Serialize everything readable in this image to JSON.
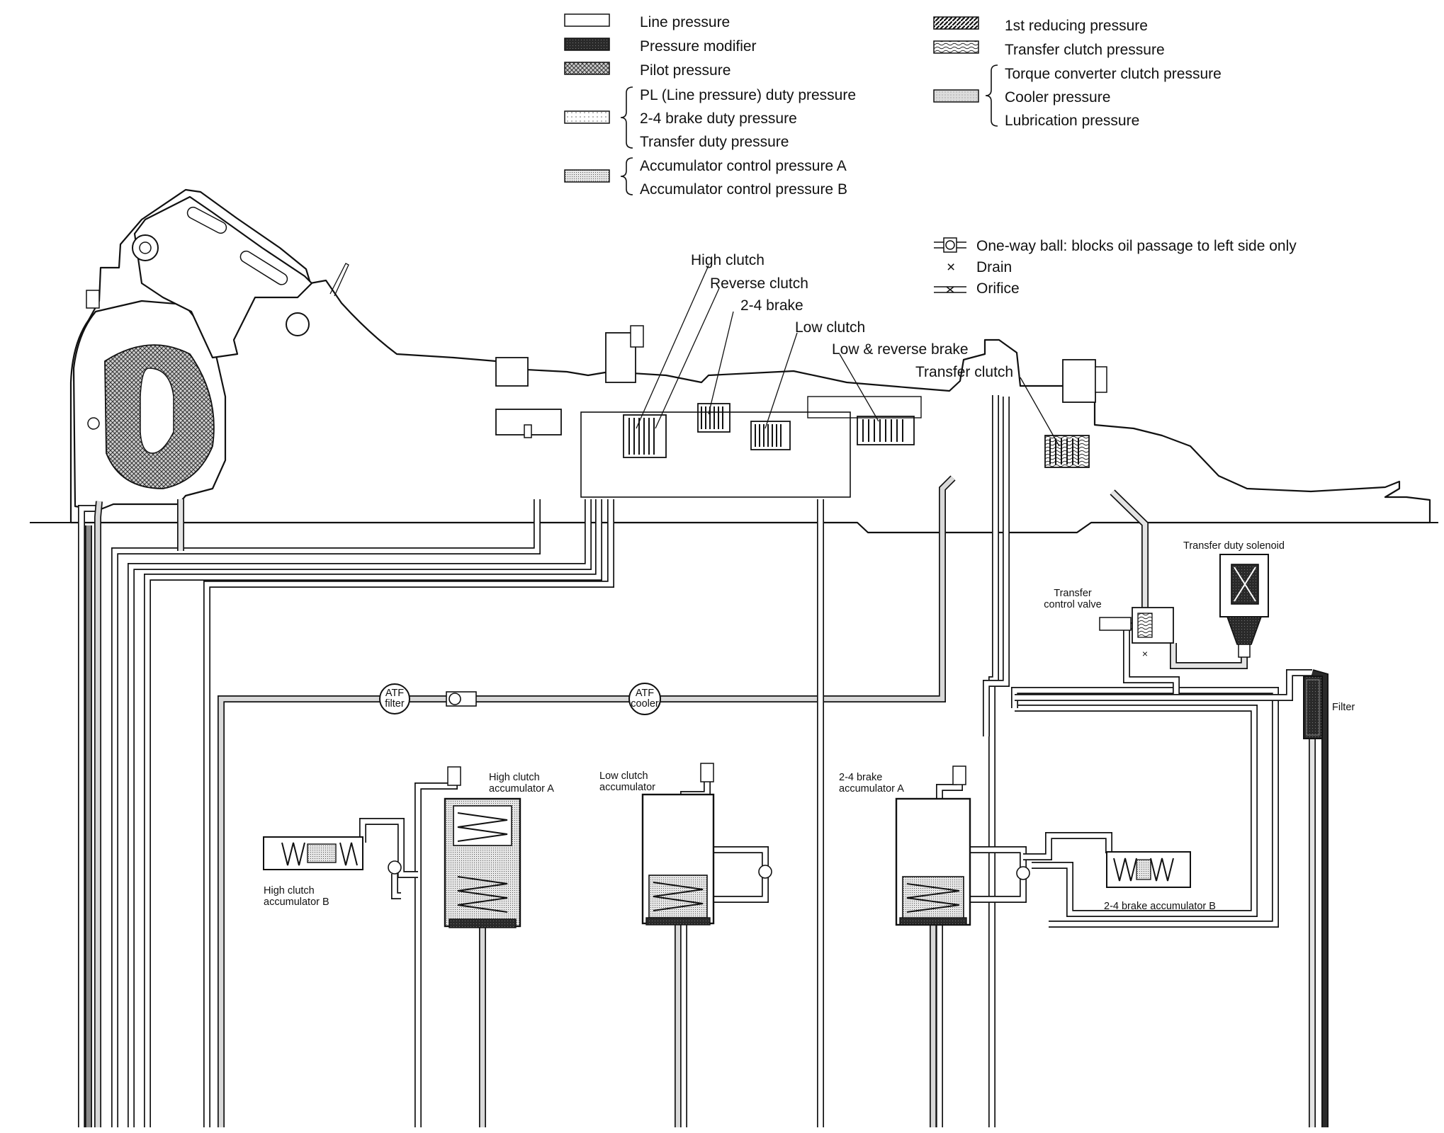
{
  "legend_left": [
    {
      "swatch": "white",
      "label": "Line pressure"
    },
    {
      "swatch": "dark",
      "label": "Pressure modifier"
    },
    {
      "swatch": "crosshatch",
      "label": "Pilot pressure"
    },
    {
      "swatch": "light-dot",
      "labels": [
        "PL (Line pressure) duty pressure",
        "2-4 brake duty pressure",
        "Transfer duty pressure"
      ]
    },
    {
      "swatch": "fine-dot",
      "labels": [
        "Accumulator control pressure A",
        "Accumulator control pressure B"
      ]
    }
  ],
  "legend_right": [
    {
      "swatch": "diagonal",
      "label": "1st reducing pressure"
    },
    {
      "swatch": "wavy",
      "label": "Transfer clutch pressure"
    },
    {
      "swatch": "light-grey",
      "labels": [
        "Torque converter clutch pressure",
        "Cooler pressure",
        "Lubrication pressure"
      ]
    }
  ],
  "symbols": [
    {
      "icon": "one-way-ball",
      "label": "One-way ball: blocks oil passage to left side only"
    },
    {
      "icon": "drain",
      "glyph": "×",
      "label": "Drain"
    },
    {
      "icon": "orifice",
      "label": "Orifice"
    }
  ],
  "callouts": {
    "high_clutch": "High clutch",
    "reverse_clutch": "Reverse clutch",
    "brake_24": "2-4 brake",
    "low_clutch": "Low clutch",
    "low_reverse_brake": "Low & reverse brake",
    "transfer_clutch": "Transfer clutch"
  },
  "components": {
    "transfer_duty_solenoid": "Transfer duty solenoid",
    "transfer_control_valve": [
      "Transfer",
      "control valve"
    ],
    "filter": "Filter",
    "atf_filter": [
      "ATF",
      "filter"
    ],
    "atf_cooler": [
      "ATF",
      "cooler"
    ],
    "high_clutch_acc_a": [
      "High clutch",
      "accumulator A"
    ],
    "high_clutch_acc_b": [
      "High clutch",
      "accumulator B"
    ],
    "low_clutch_acc": [
      "Low clutch",
      "accumulator"
    ],
    "brake_24_acc_a": [
      "2-4 brake",
      "accumulator A"
    ],
    "brake_24_acc_b": "2-4 brake accumulator B"
  },
  "colors": {
    "ink": "#111111",
    "line_pressure": "#ffffff",
    "pressure_modifier": "#2a2a2a",
    "pilot_pressure": "#8a8a8a",
    "duty_pressure": "#e4e4e4",
    "accumulator_control": "#c8c8c8",
    "lube": "#d9d9d9"
  }
}
